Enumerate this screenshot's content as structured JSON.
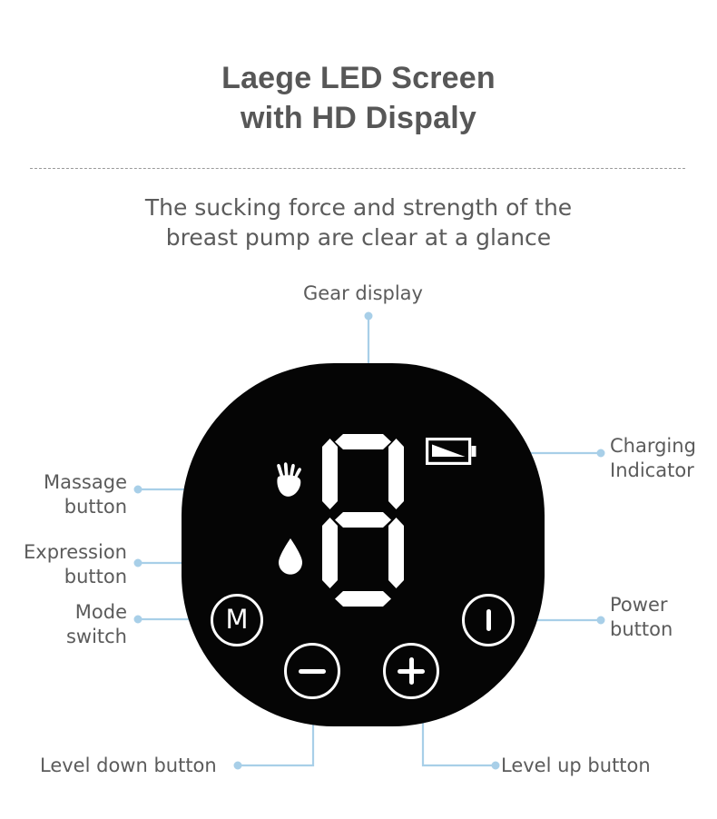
{
  "header": {
    "title_line1": "Laege LED Screen",
    "title_line2": "with HD Dispaly",
    "subtitle_line1": "The sucking force and strength of the",
    "subtitle_line2": "breast pump are clear at a glance"
  },
  "callouts": {
    "gear_display": "Gear display",
    "massage_button": "Massage\nbutton",
    "expression_button": "Expression\nbutton",
    "mode_switch": "Mode\nswitch",
    "charging_indicator": "Charging\nIndicator",
    "power_button": "Power\nbutton",
    "level_down_button": "Level down button",
    "level_up_button": "Level up button"
  },
  "device": {
    "gear_value": "8",
    "mode_glyph": "M",
    "icons": {
      "massage": "hand-icon",
      "expression": "droplet-icon",
      "charging": "battery-icon",
      "power": "power-icon",
      "level_down": "minus-icon",
      "level_up": "plus-icon"
    }
  },
  "colors": {
    "title_text": "#575757",
    "body_text": "#5b5b5b",
    "leader_line": "#a8cfe8",
    "device_body": "#050505",
    "device_glyph": "#ffffff",
    "divider": "#9a9a9a",
    "background": "#ffffff"
  }
}
